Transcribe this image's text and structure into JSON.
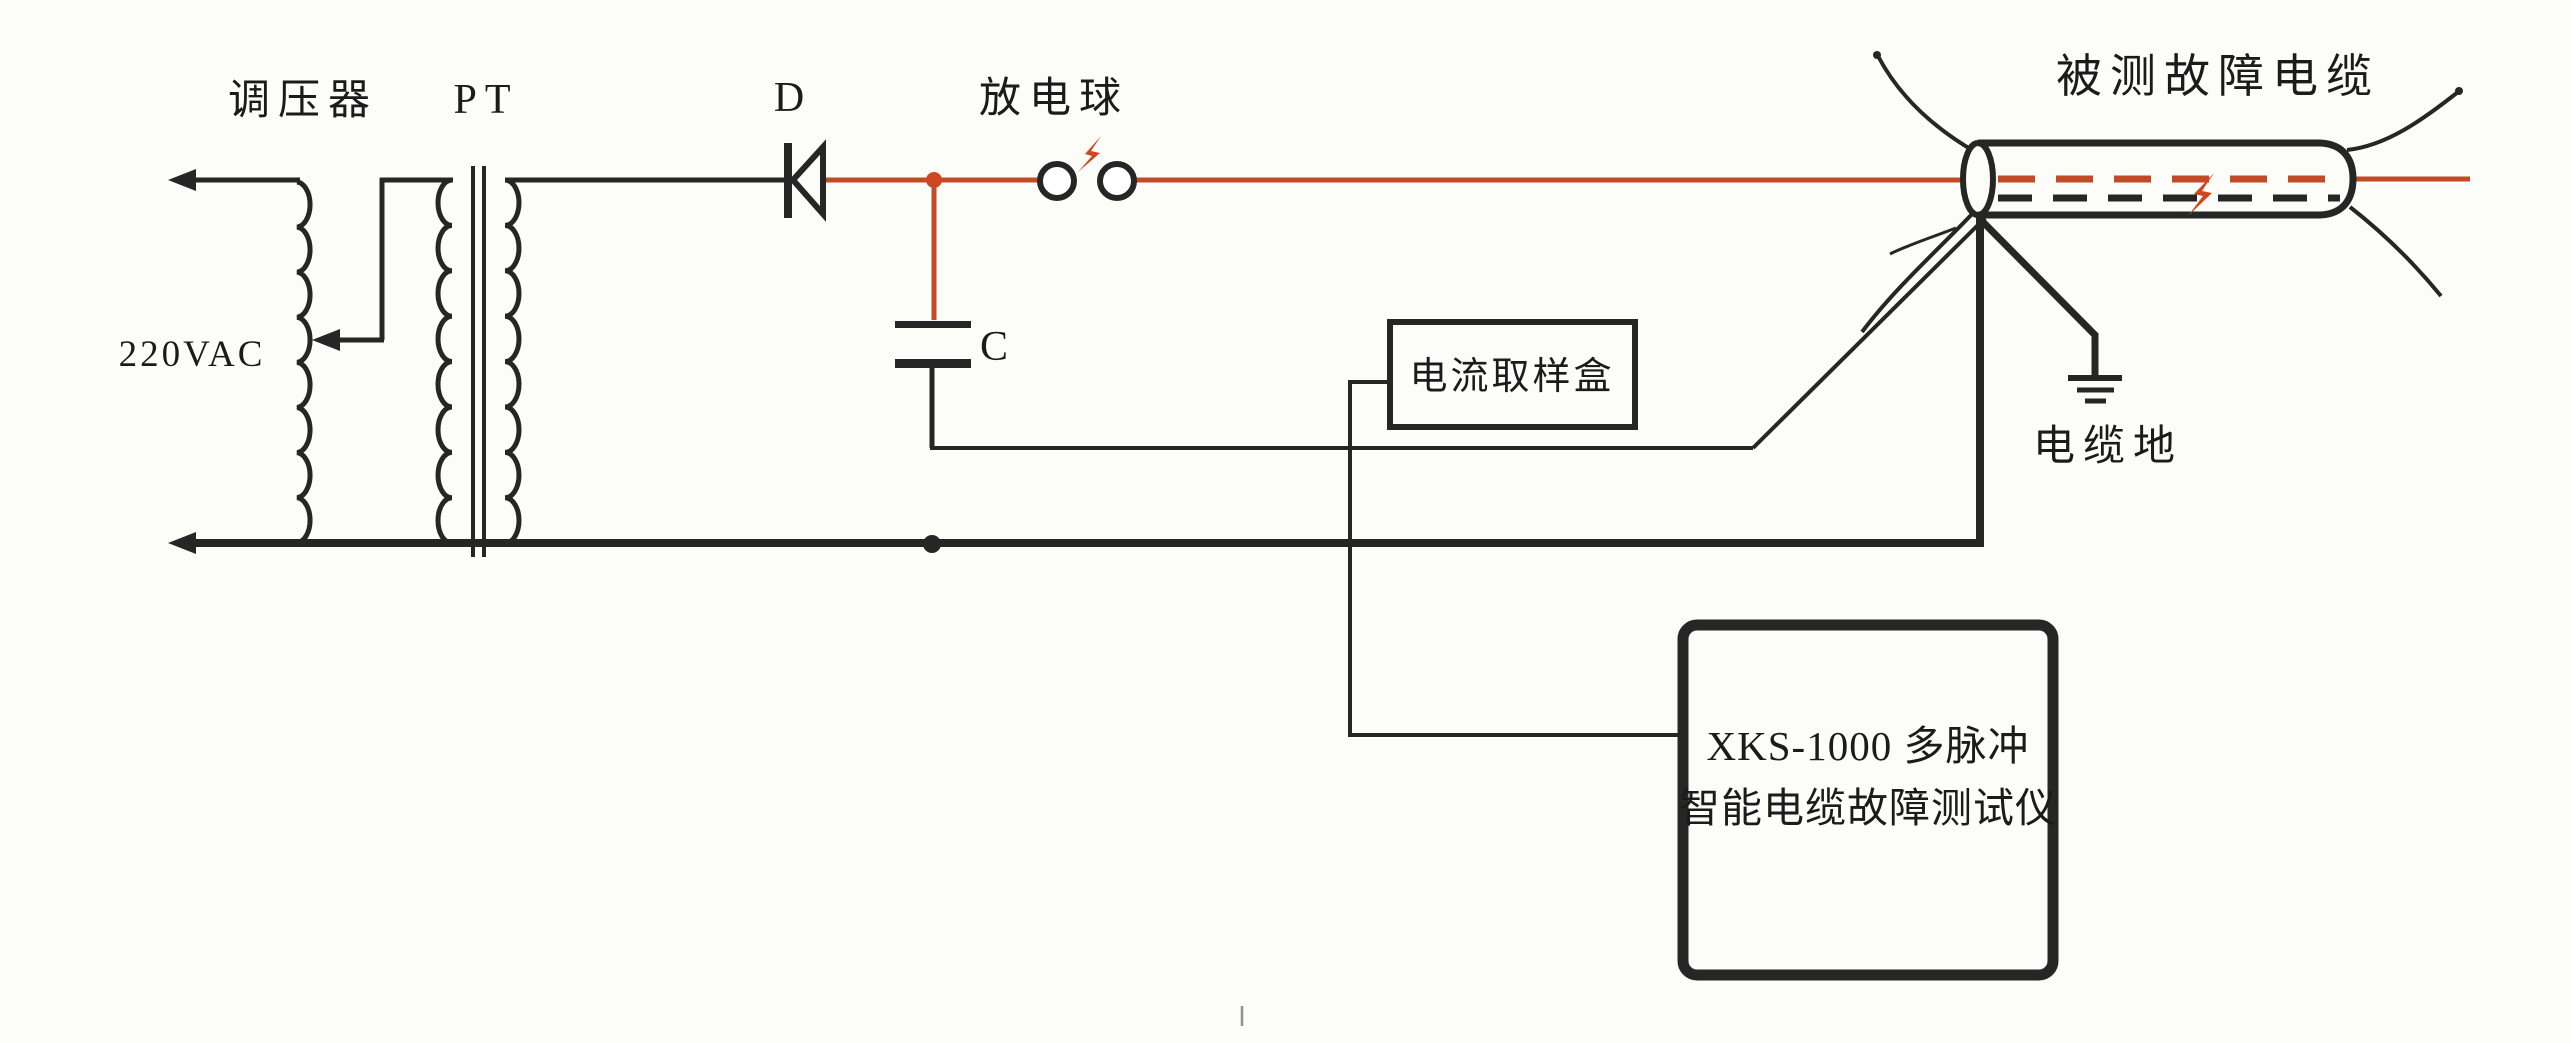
{
  "diagram": {
    "type": "circuit-schematic",
    "subject": "multi-pulse intelligent cable fault tester hookup diagram",
    "labels": {
      "regulator": "调压器",
      "transformer": "PT",
      "input": "220VAC",
      "diode": "D",
      "discharge_balls": "放电球",
      "capacitor": "C",
      "sampling_box": "电流取样盒",
      "faulty_cable": "被测故障电缆",
      "cable_ground": "电缆地",
      "tester_line1": "XKS-1000 多脉冲",
      "tester_line2": "智能电缆故障测试仪"
    },
    "colors": {
      "line": "#262626",
      "hv_wire": "#c14b26",
      "bolt": "#cf4720",
      "background": "#fcfcf9",
      "text": "#1b1b1b"
    }
  }
}
